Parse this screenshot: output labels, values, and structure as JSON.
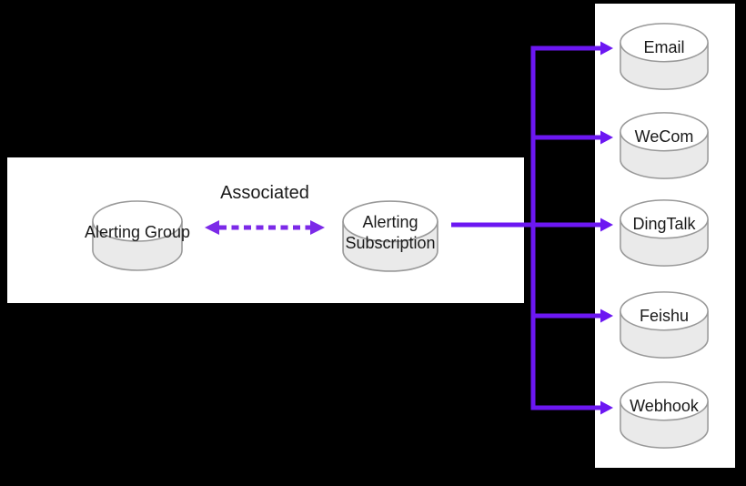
{
  "diagram": {
    "title_hidden": "",
    "colors": {
      "background": "#000000",
      "panel": "#ffffff",
      "arrow_solid": "#6c17f2",
      "arrow_dashed": "#7c2ae8",
      "cylinder_top": "#ffffff",
      "cylinder_side": "#eaeaea",
      "cylinder_border": "#999999",
      "text": "#1a1a1a"
    },
    "left_panel": {
      "relation_label": "Associated",
      "nodes": [
        {
          "id": "alerting-group",
          "label": "Alerting Group",
          "shape": "cylinder"
        },
        {
          "id": "alerting-subscription",
          "label": "Alerting Subscription",
          "shape": "cylinder"
        }
      ]
    },
    "right_panel": {
      "channels": [
        {
          "id": "email",
          "label": "Email",
          "shape": "cylinder"
        },
        {
          "id": "wecom",
          "label": "WeCom",
          "shape": "cylinder"
        },
        {
          "id": "dingtalk",
          "label": "DingTalk",
          "shape": "cylinder"
        },
        {
          "id": "feishu",
          "label": "Feishu",
          "shape": "cylinder"
        },
        {
          "id": "webhook",
          "label": "Webhook",
          "shape": "cylinder"
        }
      ]
    },
    "edges": [
      {
        "from": "alerting-group",
        "to": "alerting-subscription",
        "style": "dashed",
        "bidirectional": true,
        "label": "Associated"
      },
      {
        "from": "alerting-subscription",
        "to": "email",
        "style": "solid"
      },
      {
        "from": "alerting-subscription",
        "to": "wecom",
        "style": "solid"
      },
      {
        "from": "alerting-subscription",
        "to": "dingtalk",
        "style": "solid"
      },
      {
        "from": "alerting-subscription",
        "to": "feishu",
        "style": "solid"
      },
      {
        "from": "alerting-subscription",
        "to": "webhook",
        "style": "solid"
      }
    ]
  }
}
